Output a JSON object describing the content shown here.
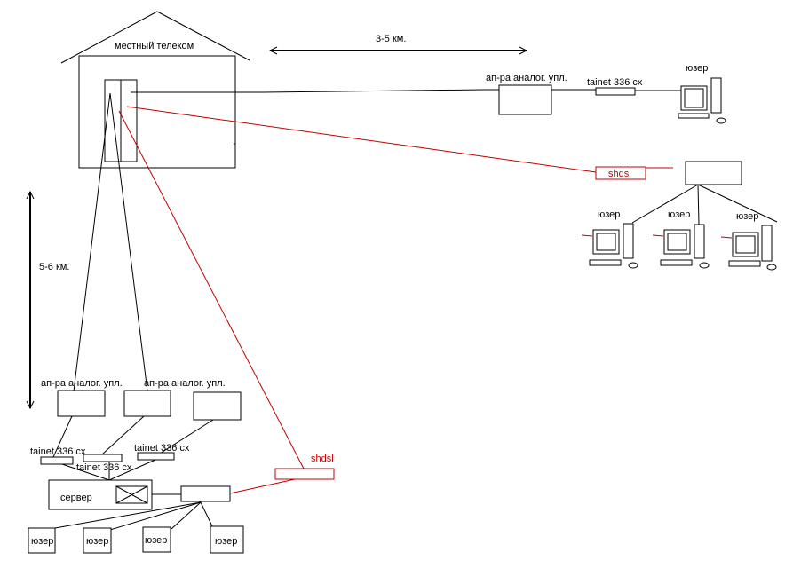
{
  "colors": {
    "line": "#000000",
    "shdsl": "#c00000",
    "background": "#ffffff"
  },
  "telecom": {
    "label": "местный телеком"
  },
  "distances": {
    "horizontal": "3-5 км.",
    "vertical": "5-6 км."
  },
  "remote_site": {
    "modem_label": "ап-ра аналог. упл.",
    "tainet_label": "tainet 336 cx",
    "user_label": "юзер"
  },
  "shdsl_branch": {
    "shdsl_label": "shdsl",
    "users": [
      {
        "label": "юзер"
      },
      {
        "label": "юзер"
      },
      {
        "label": "юзер"
      }
    ]
  },
  "office": {
    "modems": [
      {
        "label": "ап-ра аналог. упл."
      },
      {
        "label": "ап-ра аналог. упл."
      },
      {
        "label": ""
      }
    ],
    "tainets": [
      {
        "label": "tainet 336 cx"
      },
      {
        "label": "tainet 336 cx"
      },
      {
        "label": "tainet 336 cx"
      }
    ],
    "server_label": "сервер",
    "shdsl_label": "shdsl",
    "users": [
      {
        "label": "юзер"
      },
      {
        "label": "юзер"
      },
      {
        "label": "юзер"
      },
      {
        "label": "юзер"
      }
    ]
  }
}
